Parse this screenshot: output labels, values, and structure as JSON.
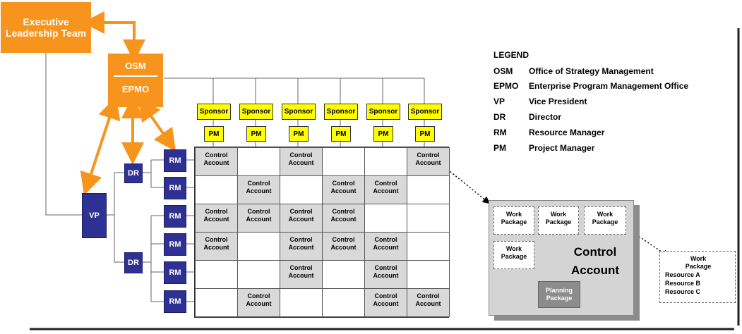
{
  "executive": "Executive Leadership Team",
  "osm_epmo": {
    "top": "OSM",
    "bottom": "EPMO"
  },
  "vp": "VP",
  "dr": [
    "DR",
    "DR"
  ],
  "rm": [
    "RM",
    "RM",
    "RM",
    "RM",
    "RM",
    "RM"
  ],
  "sponsors": [
    "Sponsor",
    "Sponsor",
    "Sponsor",
    "Sponsor",
    "Sponsor",
    "Sponsor"
  ],
  "pms": [
    "PM",
    "PM",
    "PM",
    "PM",
    "PM",
    "PM"
  ],
  "matrix": {
    "cell_label": "Control Account",
    "grid": [
      [
        1,
        0,
        1,
        0,
        0,
        1
      ],
      [
        0,
        1,
        0,
        1,
        1,
        0
      ],
      [
        1,
        1,
        1,
        1,
        0,
        0
      ],
      [
        1,
        0,
        1,
        1,
        1,
        0
      ],
      [
        0,
        0,
        1,
        0,
        1,
        0
      ],
      [
        0,
        1,
        0,
        0,
        1,
        1
      ]
    ]
  },
  "legend": {
    "title": "LEGEND",
    "items": [
      {
        "abbr": "OSM",
        "desc": "Office of Strategy Management"
      },
      {
        "abbr": "EPMO",
        "desc": "Enterprise Program Management Office"
      },
      {
        "abbr": "VP",
        "desc": "Vice President"
      },
      {
        "abbr": "DR",
        "desc": "Director"
      },
      {
        "abbr": "RM",
        "desc": "Resource Manager"
      },
      {
        "abbr": "PM",
        "desc": "Project Manager"
      }
    ]
  },
  "control_account_detail": {
    "title": "Control Account",
    "work_packages": [
      "Work Package",
      "Work Package",
      "Work Package",
      "Work Package"
    ],
    "planning_package": "Planning Package"
  },
  "work_package_detail": {
    "title": "Work Package",
    "resources": [
      "Resource A",
      "Resource B",
      "Resource C"
    ]
  },
  "colors": {
    "orange": "#f7941d",
    "navy": "#2e3192",
    "yellow": "#ffff00",
    "gray": "#d9d9d9"
  }
}
